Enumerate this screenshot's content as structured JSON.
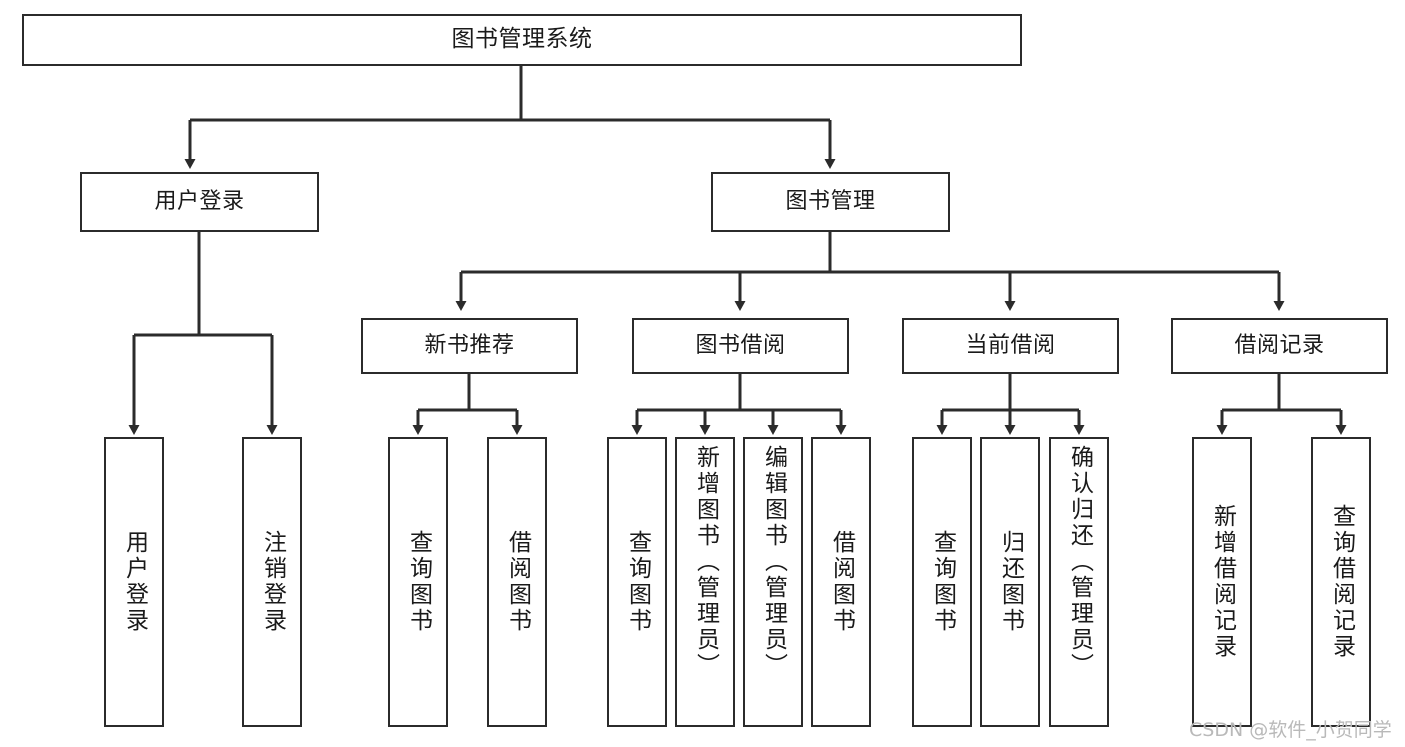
{
  "diagram": {
    "type": "tree-hierarchy-chart",
    "title": "图书管理系统",
    "orientation": "top-down",
    "edge_style": "orthogonal-arrow",
    "colors": {
      "box_border": "#2b2b2b",
      "box_fill": "#ffffff",
      "edge": "#2b2b2b",
      "text": "#1a1a1a",
      "watermark": "#b9b9b9",
      "background": "#ffffff"
    }
  },
  "root": {
    "label": "图书管理系统"
  },
  "level1": [
    {
      "label": "用户登录"
    },
    {
      "label": "图书管理"
    }
  ],
  "level2": [
    {
      "label": "新书推荐"
    },
    {
      "label": "图书借阅"
    },
    {
      "label": "当前借阅"
    },
    {
      "label": "借阅记录"
    }
  ],
  "leaves": {
    "user_login": [
      {
        "label": "用户登录"
      },
      {
        "label": "注销登录"
      }
    ],
    "new_book_recommend": [
      {
        "label": "查询图书"
      },
      {
        "label": "借阅图书"
      }
    ],
    "book_borrow": [
      {
        "label": "查询图书"
      },
      {
        "label": "新增图书（管理员）"
      },
      {
        "label": "编辑图书（管理员）"
      },
      {
        "label": "借阅图书"
      }
    ],
    "current_borrow": [
      {
        "label": "查询图书"
      },
      {
        "label": "归还图书"
      },
      {
        "label": "确认归还（管理员）"
      }
    ],
    "borrow_record": [
      {
        "label": "新增借阅记录"
      },
      {
        "label": "查询借阅记录"
      }
    ]
  },
  "watermark": {
    "text": "CSDN @软件_小贺同学"
  }
}
